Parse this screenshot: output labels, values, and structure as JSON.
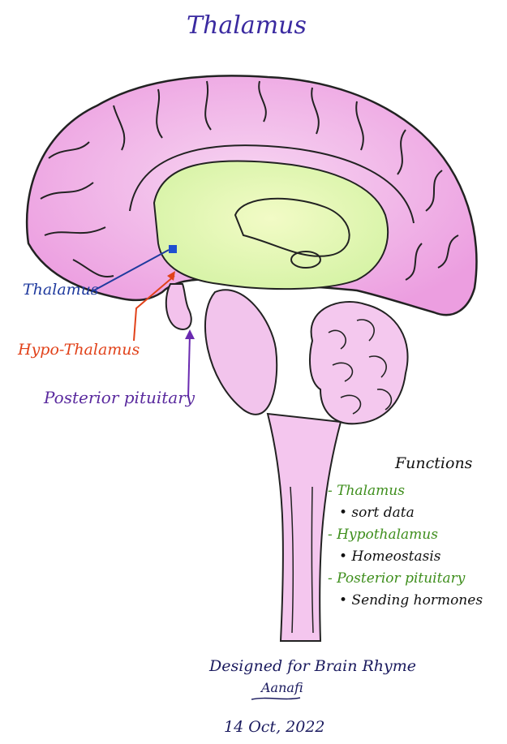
{
  "title": "Thalamus",
  "labels": {
    "thalamus": "Thalamus",
    "hypothalamus": "Hypo-Thalamus",
    "posterior_pituitary": "Posterior pituitary"
  },
  "functions": {
    "heading": "Functions",
    "items": [
      {
        "title": "- Thalamus",
        "desc": "• sort data"
      },
      {
        "title": "- Hypothalamus",
        "desc": "• Homeostasis"
      },
      {
        "title": "- Posterior pituitary",
        "desc": "• Sending hormones"
      }
    ]
  },
  "credit": "Designed for Brain Rhyme",
  "signature": "Aanafi",
  "date": "14 Oct, 2022",
  "colors": {
    "brain_pink": "#f2b8e8",
    "limbic_green": "#e2f7b8",
    "thalamus_blue": "#1f4fd0",
    "hypothalamus_orange": "#f0501e",
    "pituitary_purple": "#6a2ab0"
  }
}
